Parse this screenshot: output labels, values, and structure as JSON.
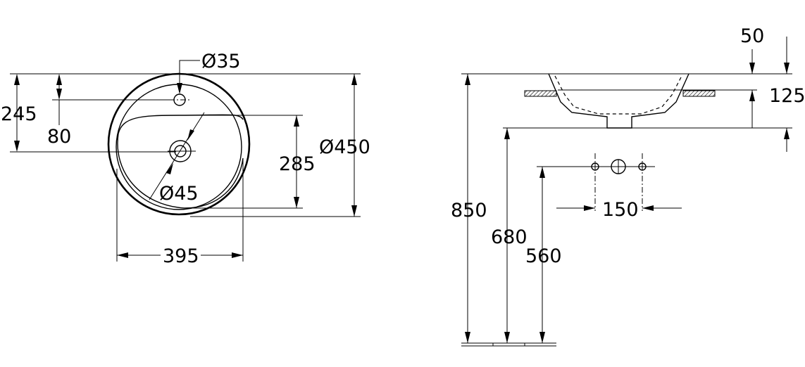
{
  "top_view": {
    "tap_hole_diameter": "Ø35",
    "waste_diameter": "Ø45",
    "outer_diameter": "Ø450",
    "depth_to_waste": "245",
    "tap_offset": "80",
    "bowl_depth": "285",
    "bowl_width": "395"
  },
  "side_view": {
    "rim_height": "850",
    "underside_height": "680",
    "supply_height": "560",
    "supply_spacing": "150",
    "rim_thickness": "50",
    "total_depth": "125"
  }
}
